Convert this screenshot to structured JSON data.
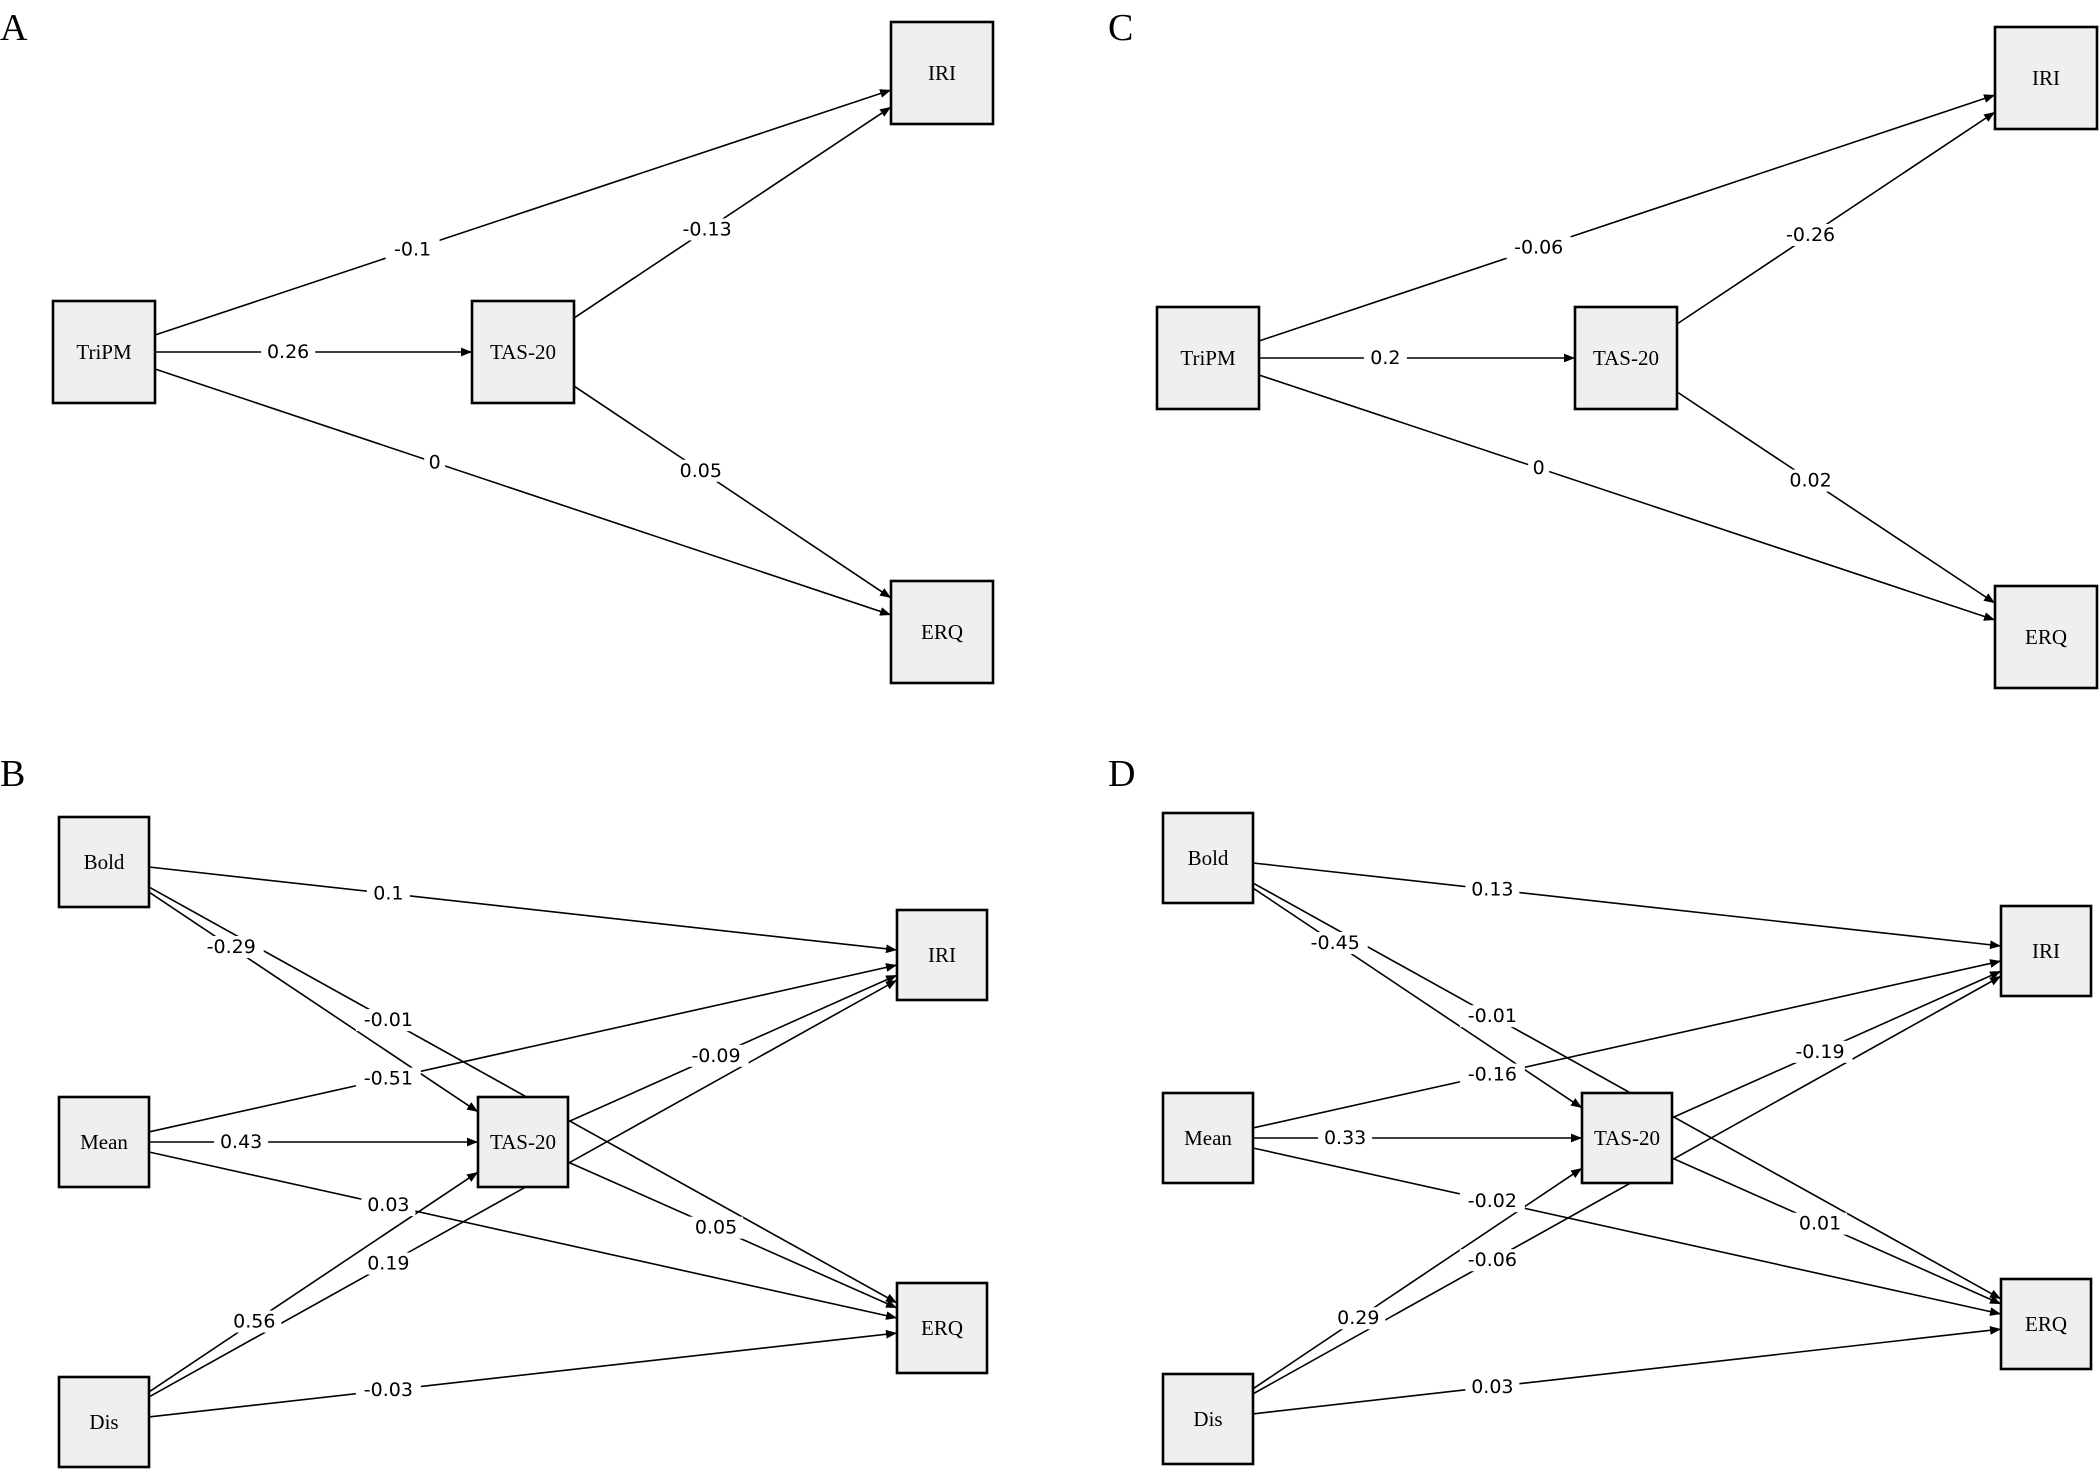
{
  "panels": [
    {
      "id": "A",
      "letter": "A",
      "nodes": [
        {
          "id": "TriPM",
          "label": "TriPM"
        },
        {
          "id": "TAS20",
          "label": "TAS-20"
        },
        {
          "id": "IRI",
          "label": "IRI"
        },
        {
          "id": "ERQ",
          "label": "ERQ"
        }
      ],
      "edges": [
        {
          "from": "TriPM",
          "to": "IRI",
          "label": "-0.1"
        },
        {
          "from": "TriPM",
          "to": "TAS20",
          "label": "0.26"
        },
        {
          "from": "TriPM",
          "to": "ERQ",
          "label": "0"
        },
        {
          "from": "TAS20",
          "to": "IRI",
          "label": "-0.13"
        },
        {
          "from": "TAS20",
          "to": "ERQ",
          "label": "0.05"
        }
      ]
    },
    {
      "id": "B",
      "letter": "B",
      "nodes": [
        {
          "id": "Bold",
          "label": "Bold"
        },
        {
          "id": "Mean",
          "label": "Mean"
        },
        {
          "id": "Dis",
          "label": "Dis"
        },
        {
          "id": "TAS20",
          "label": "TAS-20"
        },
        {
          "id": "IRI",
          "label": "IRI"
        },
        {
          "id": "ERQ",
          "label": "ERQ"
        }
      ],
      "edges": [
        {
          "from": "Bold",
          "to": "IRI",
          "label": "0.1"
        },
        {
          "from": "Bold",
          "to": "TAS20",
          "label": "-0.29"
        },
        {
          "from": "Bold",
          "to": "ERQ",
          "label": "-0.01"
        },
        {
          "from": "Mean",
          "to": "IRI",
          "label": "-0.51"
        },
        {
          "from": "Mean",
          "to": "TAS20",
          "label": "0.43"
        },
        {
          "from": "Mean",
          "to": "ERQ",
          "label": "0.03"
        },
        {
          "from": "Dis",
          "to": "TAS20",
          "label": "0.56"
        },
        {
          "from": "Dis",
          "to": "IRI",
          "label": "0.19"
        },
        {
          "from": "Dis",
          "to": "ERQ",
          "label": "-0.03"
        },
        {
          "from": "TAS20",
          "to": "IRI",
          "label": "-0.09"
        },
        {
          "from": "TAS20",
          "to": "ERQ",
          "label": "0.05"
        }
      ]
    },
    {
      "id": "C",
      "letter": "C",
      "nodes": [
        {
          "id": "TriPM",
          "label": "TriPM"
        },
        {
          "id": "TAS20",
          "label": "TAS-20"
        },
        {
          "id": "IRI",
          "label": "IRI"
        },
        {
          "id": "ERQ",
          "label": "ERQ"
        }
      ],
      "edges": [
        {
          "from": "TriPM",
          "to": "IRI",
          "label": "-0.06"
        },
        {
          "from": "TriPM",
          "to": "TAS20",
          "label": "0.2"
        },
        {
          "from": "TriPM",
          "to": "ERQ",
          "label": "0"
        },
        {
          "from": "TAS20",
          "to": "IRI",
          "label": "-0.26"
        },
        {
          "from": "TAS20",
          "to": "ERQ",
          "label": "0.02"
        }
      ]
    },
    {
      "id": "D",
      "letter": "D",
      "nodes": [
        {
          "id": "Bold",
          "label": "Bold"
        },
        {
          "id": "Mean",
          "label": "Mean"
        },
        {
          "id": "Dis",
          "label": "Dis"
        },
        {
          "id": "TAS20",
          "label": "TAS-20"
        },
        {
          "id": "IRI",
          "label": "IRI"
        },
        {
          "id": "ERQ",
          "label": "ERQ"
        }
      ],
      "edges": [
        {
          "from": "Bold",
          "to": "IRI",
          "label": "0.13"
        },
        {
          "from": "Bold",
          "to": "TAS20",
          "label": "-0.45"
        },
        {
          "from": "Bold",
          "to": "ERQ",
          "label": "-0.01"
        },
        {
          "from": "Mean",
          "to": "IRI",
          "label": "-0.16"
        },
        {
          "from": "Mean",
          "to": "TAS20",
          "label": "0.33"
        },
        {
          "from": "Mean",
          "to": "ERQ",
          "label": "-0.02"
        },
        {
          "from": "Dis",
          "to": "TAS20",
          "label": "0.29"
        },
        {
          "from": "Dis",
          "to": "IRI",
          "label": "-0.06"
        },
        {
          "from": "Dis",
          "to": "ERQ",
          "label": "0.03"
        },
        {
          "from": "TAS20",
          "to": "IRI",
          "label": "-0.19"
        },
        {
          "from": "TAS20",
          "to": "ERQ",
          "label": "0.01"
        }
      ]
    }
  ]
}
